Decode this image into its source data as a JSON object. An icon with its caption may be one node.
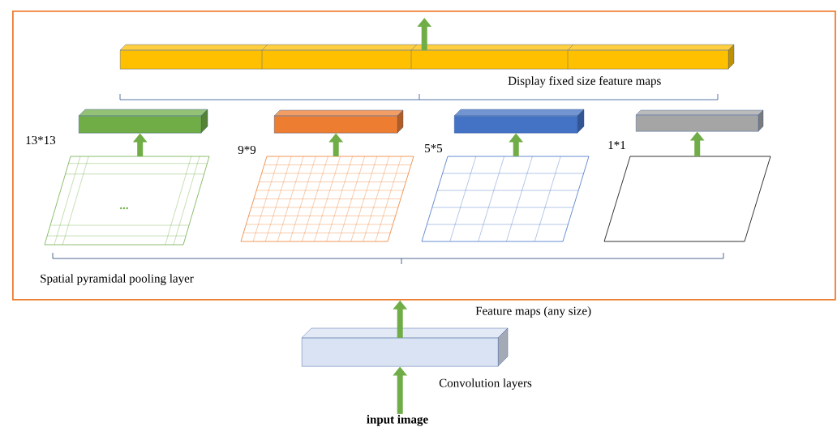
{
  "diagram": {
    "nodes": [
      {
        "text": [
          "Spatial pyramidal pooling layer"
        ]
      },
      {
        "text": [],
        "shape": "bar",
        "in": 0
      },
      {
        "text": [],
        "shape": "bar",
        "in": 0
      },
      {
        "text": [],
        "shape": "bar",
        "in": 0
      },
      {
        "text": [],
        "shape": "bar",
        "in": 0
      },
      {
        "text": [],
        "shape": "bar",
        "in": 0
      },
      {
        "text": [],
        "shape": "grid",
        "in": 0,
        "beside": [
          "13*13"
        ]
      },
      {
        "text": [],
        "shape": "grid",
        "in": 0,
        "beside": [
          "9*9"
        ]
      },
      {
        "text": [],
        "shape": "grid",
        "in": 0,
        "beside": [
          "5*5"
        ]
      },
      {
        "text": [],
        "shape": "grid",
        "in": 0,
        "beside": [
          "1*1"
        ]
      },
      {
        "text": [],
        "shape": "box",
        "beside": [
          "Convolution layers"
        ]
      },
      {
        "text": [
          "input image"
        ]
      }
    ],
    "edges": [
      {
        "from": 1,
        "to": null,
        "arrow": "to"
      },
      {
        "from": 6,
        "to": 2,
        "arrow": "to"
      },
      {
        "from": 7,
        "to": 3,
        "arrow": "to"
      },
      {
        "from": 8,
        "to": 4,
        "arrow": "to"
      },
      {
        "from": 9,
        "to": 5,
        "arrow": "to"
      },
      {
        "from": 10,
        "to": 0,
        "arrow": "to"
      },
      {
        "from": 11,
        "to": 10,
        "arrow": "to"
      }
    ],
    "labels": [
      "Display fixed size feature maps",
      "...",
      "Feature maps (any size)"
    ]
  }
}
